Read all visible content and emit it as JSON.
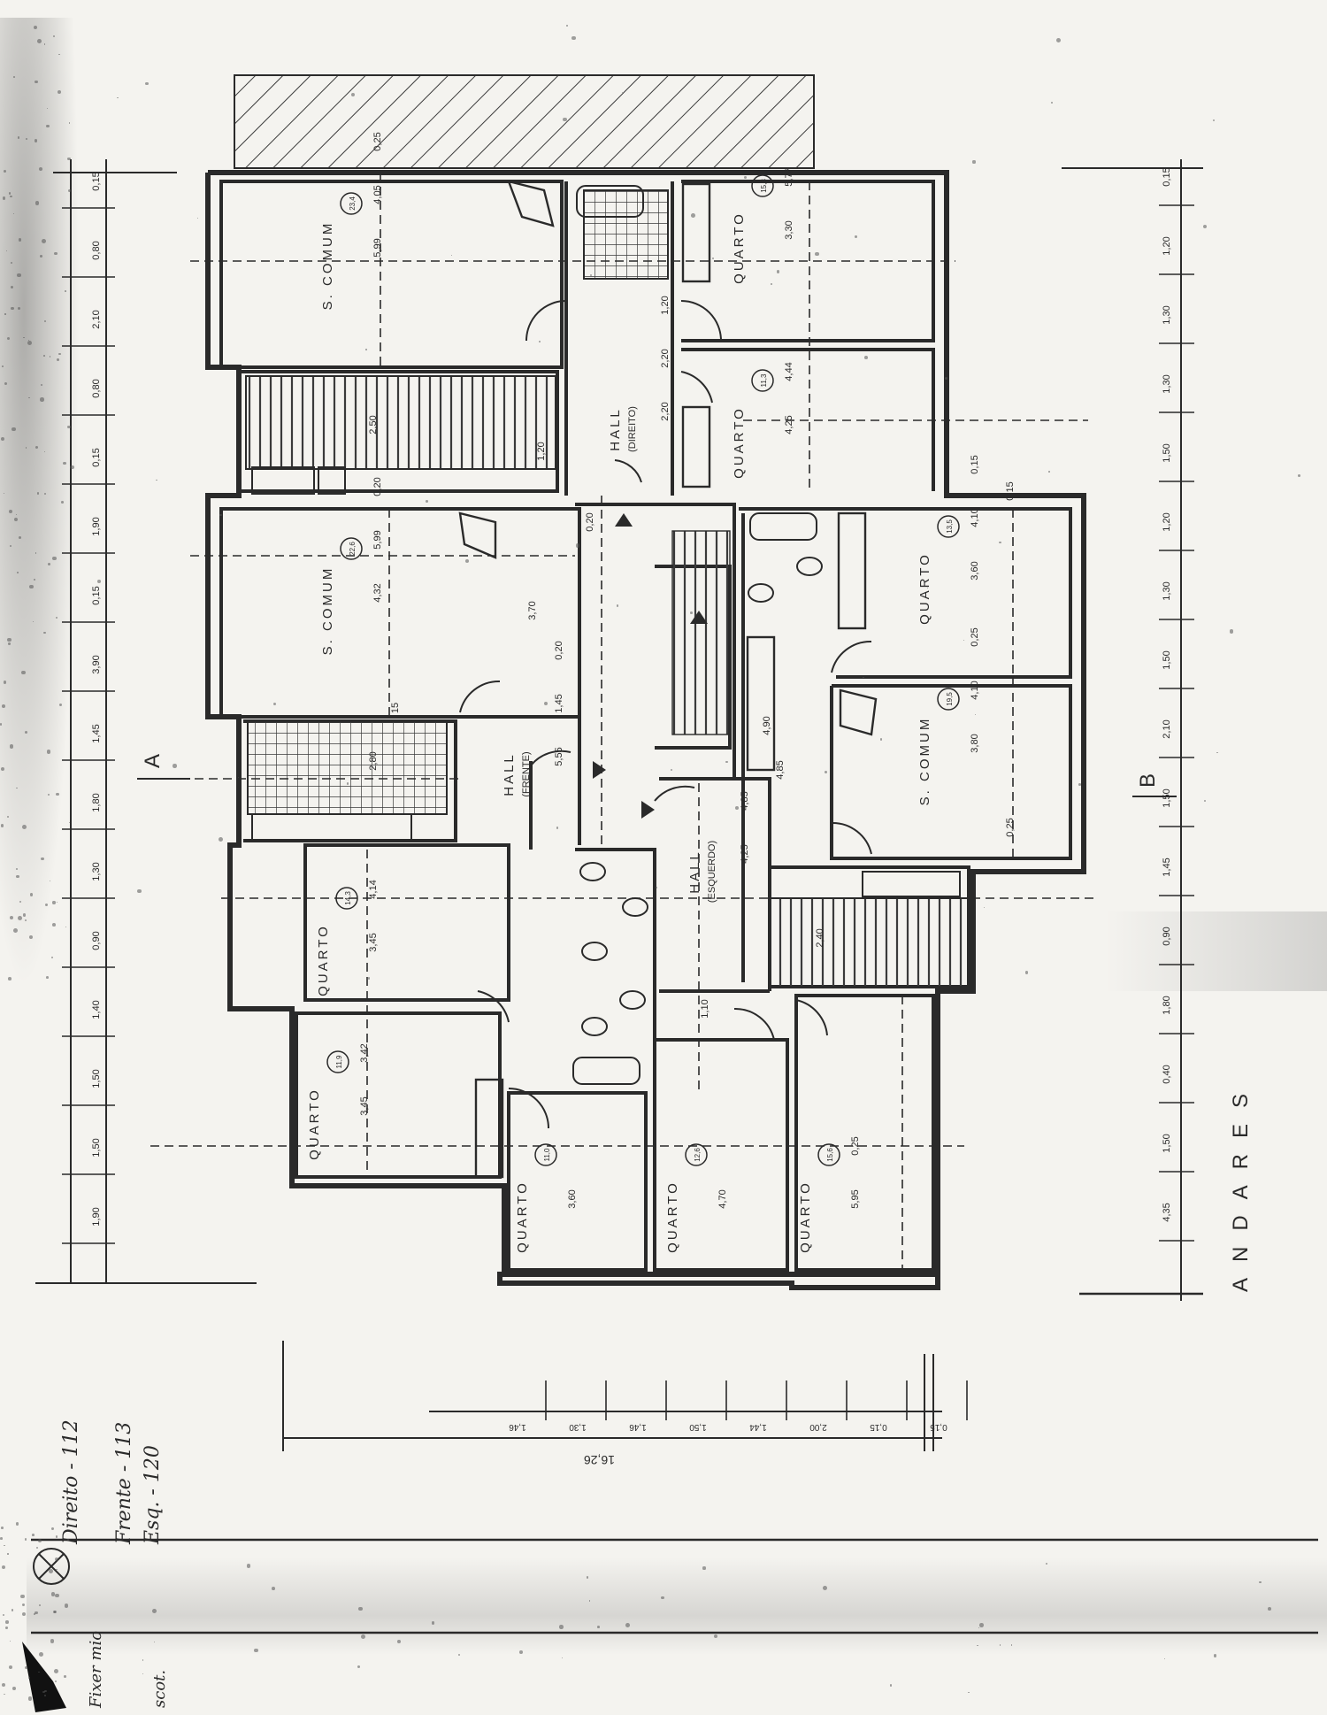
{
  "rooms": [
    {
      "id": "s-comum-1",
      "label": "S. COMUM",
      "area": "23,4",
      "dims": [
        "5,99",
        "4,05",
        "0,25"
      ]
    },
    {
      "id": "quarto-tr",
      "label": "QUARTO",
      "area": "15,3",
      "dims": [
        "3,30",
        "5,77"
      ]
    },
    {
      "id": "hall-direito",
      "label": "HALL",
      "sub": "(DIREITO)",
      "dims": [
        "2,20",
        "2,20",
        "1,20"
      ]
    },
    {
      "id": "quarto-tr2",
      "label": "QUARTO",
      "area": "11,3",
      "dims": [
        "4,25",
        "4,44"
      ]
    },
    {
      "id": "s-comum-2",
      "label": "S. COMUM",
      "area": "22,6",
      "dims": [
        "4,32",
        "5,99",
        "0,20"
      ]
    },
    {
      "id": "quarto-r",
      "label": "QUARTO",
      "area": "13,5",
      "dims": [
        "3,60",
        "4,10",
        "0,15"
      ]
    },
    {
      "id": "s-comum-3",
      "label": "S. COMUM",
      "area": "19,5",
      "dims": [
        "3,80",
        "4,10",
        "0,25"
      ]
    },
    {
      "id": "hall-frente",
      "label": "HALL",
      "sub": "(FRENTE)",
      "dims": [
        "5,55",
        "1,45",
        "0,20"
      ]
    },
    {
      "id": "hall-esquerdo",
      "label": "HALL",
      "sub": "(ESQUERDO)",
      "dims": [
        "4,25",
        "4,85"
      ]
    },
    {
      "id": "quarto-l1",
      "label": "QUARTO",
      "area": "14,3",
      "dims": [
        "3,45",
        "4,14"
      ]
    },
    {
      "id": "quarto-l2",
      "label": "QUARTO",
      "area": "11,9",
      "dims": [
        "3,45",
        "3,42"
      ]
    },
    {
      "id": "quarto-b1",
      "label": "QUARTO",
      "area": "11,0",
      "dims": [
        "3,60"
      ]
    },
    {
      "id": "quarto-b2",
      "label": "QUARTO",
      "area": "12,6",
      "dims": [
        "4,70"
      ]
    },
    {
      "id": "quarto-b3",
      "label": "QUARTO",
      "area": "15,6",
      "dims": [
        "5,95",
        "0,25"
      ]
    }
  ],
  "misc_dims": [
    "3,70",
    "2,50",
    "2,80",
    "1,10",
    "2,40",
    "1,20",
    "0,15",
    "0,25",
    "0,20",
    "15",
    "4,90",
    "4,85"
  ],
  "markers": {
    "a": "A",
    "b": "B"
  },
  "sheet_label": "ANDARES",
  "dim_top": [
    "0,15",
    "0,80",
    "2,10",
    "0,80",
    "0,15",
    "1,90",
    "0,15",
    "3,90",
    "1,45",
    "1,80",
    "1,30",
    "0,90",
    "1,40",
    "1,50",
    "1,50",
    "1,90"
  ],
  "dim_right": [
    "0,15",
    "1,20",
    "1,30",
    "1,30",
    "1,50",
    "1,20",
    "1,30",
    "1,50",
    "2,10",
    "1,50",
    "1,45",
    "0,90",
    "1,80",
    "0,40",
    "1,50",
    "4,35"
  ],
  "dim_bottom": [
    "1,46",
    "1,30",
    "1,46",
    "1,50",
    "1,44",
    "2,00",
    "0,15",
    "0,15"
  ],
  "dim_bottom_total": "16,26",
  "handwriting": [
    "Direito - 112",
    "Frente - 113",
    "Esq. - 120",
    "Fixer mio",
    "scot."
  ],
  "colors": {
    "ink": "#2a2a2a",
    "paper": "#f4f3ef",
    "hatch": "#3a3a3a"
  }
}
